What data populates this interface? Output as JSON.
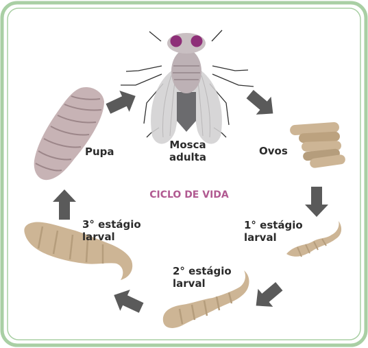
{
  "title": "CICLO DE VIDA",
  "colors": {
    "border": "#a9cfa4",
    "arrow": "#5a5a5a",
    "title": "#b15a91",
    "larva": "#cdb595",
    "larva_shade": "#b59d7c",
    "pupa": "#c7b3b5",
    "pupa_line": "#9c8689",
    "fly_body": "#bdb1b5",
    "fly_eye": "#8e2f78",
    "wing": "#d2d0d1",
    "label": "#2b2b2b"
  },
  "stages": [
    {
      "id": "adult",
      "line1": "Mosca",
      "line2": "adulta"
    },
    {
      "id": "eggs",
      "line1": "Ovos"
    },
    {
      "id": "larva1",
      "line1": "1° estágio",
      "line2": "larval"
    },
    {
      "id": "larva2",
      "line1": "2° estágio",
      "line2": "larval"
    },
    {
      "id": "larva3",
      "line1": "3° estágio",
      "line2": "larval"
    },
    {
      "id": "pupa",
      "line1": "Pupa"
    }
  ]
}
